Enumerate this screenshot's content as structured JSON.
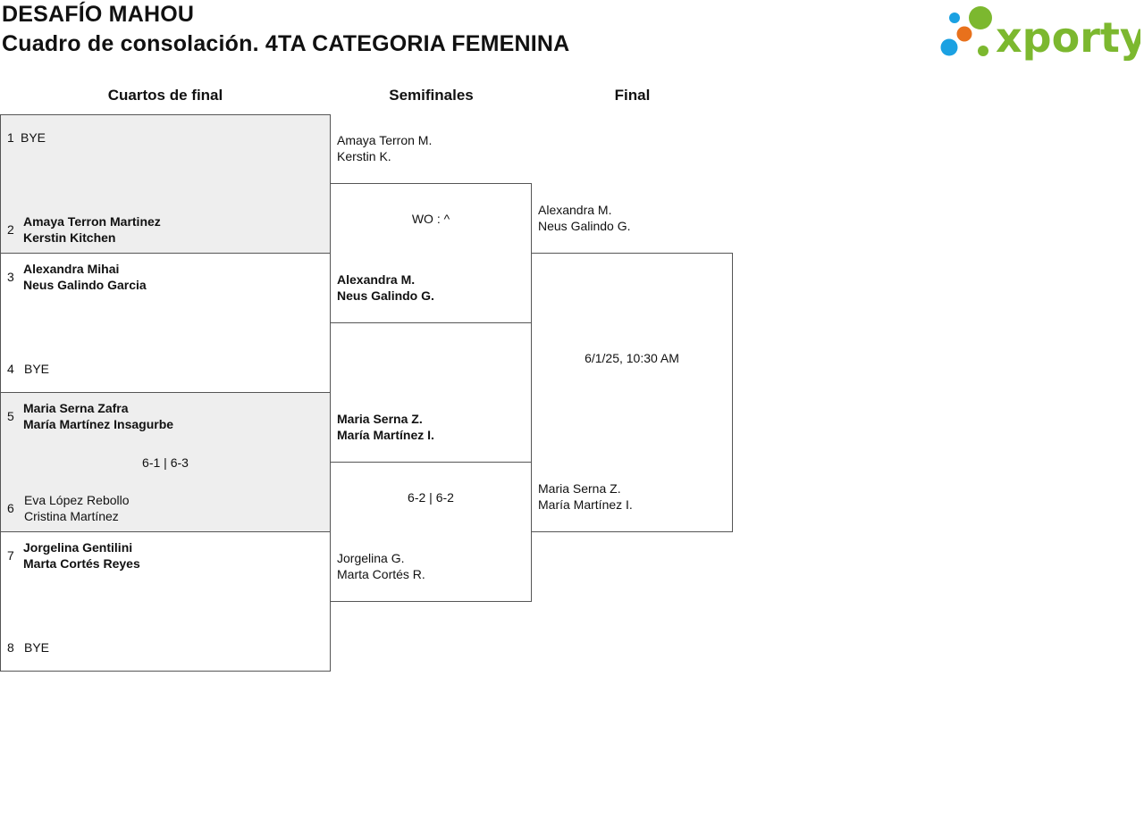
{
  "header": {
    "event": "DESAFÍO MAHOU",
    "subtitle": "Cuadro de consolación. 4TA CATEGORIA FEMENINA"
  },
  "logo": {
    "text": "xporty",
    "colors": {
      "green": "#7cb82f",
      "blue": "#1ba1e2",
      "orange": "#e8711c"
    }
  },
  "rounds": [
    "Cuartos de final",
    "Semifinales",
    "Final"
  ],
  "quarterfinals": [
    {
      "seed_a": "1",
      "a1": "BYE",
      "a2": "",
      "seed_b": "2",
      "b1": "Amaya Terron Martinez",
      "b2": "Kerstin Kitchen",
      "score": ""
    },
    {
      "seed_a": "3",
      "a1": "Alexandra Mihai",
      "a2": "Neus Galindo Garcia",
      "seed_b": "4",
      "b1": "BYE",
      "b2": "",
      "score": ""
    },
    {
      "seed_a": "5",
      "a1": "Maria Serna Zafra",
      "a2": "María Martínez Insagurbe",
      "seed_b": "6",
      "b1": "Eva López Rebollo",
      "b2": "Cristina Martínez",
      "score": "6-1 | 6-3"
    },
    {
      "seed_a": "7",
      "a1": "Jorgelina Gentilini",
      "a2": "Marta Cortés Reyes",
      "seed_b": "8",
      "b1": "BYE",
      "b2": "",
      "score": ""
    }
  ],
  "semifinals": [
    {
      "a1": "Amaya Terron M.",
      "a2": "Kerstin K.",
      "b1": "Alexandra M.",
      "b2": "Neus Galindo G.",
      "score": "WO : ^"
    },
    {
      "a1": "Maria Serna Z.",
      "a2": "María Martínez I.",
      "b1": "Jorgelina G.",
      "b2": "Marta Cortés R.",
      "score": "6-2 | 6-2"
    }
  ],
  "final": {
    "a1": "Alexandra M.",
    "a2": "Neus Galindo G.",
    "b1": "Maria Serna Z.",
    "b2": "María Martínez I.",
    "schedule": "6/1/25, 10:30 AM"
  }
}
